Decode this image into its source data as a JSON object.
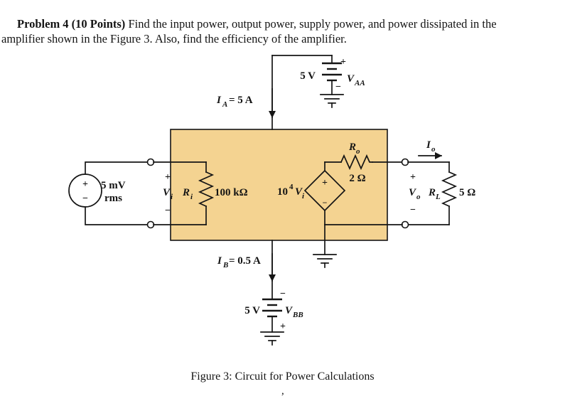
{
  "colors": {
    "box_fill": "#f4d391",
    "ink": "#151515"
  },
  "problem": {
    "label": "Problem 4 (10 Points)",
    "line1_rest": " Find the input power, output power, supply power, and power dissipated in the",
    "line2": "amplifier shown in the Figure 3. Also, find the efficiency of the amplifier."
  },
  "figure": {
    "caption": "Figure 3: Circuit for Power Calculations",
    "stray_mark": ",",
    "supply_top": {
      "voltage": "5 V",
      "plus": "+",
      "minus": "−",
      "name_base": "V",
      "name_sub": "AA"
    },
    "current_in": {
      "base": "I",
      "sub": "A",
      "eq": "= 5 A"
    },
    "source": {
      "value": "5 mV",
      "unit_note": "rms",
      "plus": "+",
      "minus": "−"
    },
    "port_in": {
      "plus": "+",
      "base": "V",
      "sub": "i",
      "minus": "−"
    },
    "r_in": {
      "base": "R",
      "sub": "i",
      "value": "100 kΩ"
    },
    "dep_source": {
      "coef": "10",
      "exp": "4",
      "base": "V",
      "sub": "i",
      "plus": "+",
      "minus": "−"
    },
    "r_out": {
      "base": "R",
      "sub": "o",
      "value": "2 Ω"
    },
    "current_out": {
      "base": "I",
      "sub": "o"
    },
    "port_out": {
      "plus": "+",
      "base": "V",
      "sub": "o",
      "minus": "−"
    },
    "r_load": {
      "base": "R",
      "sub": "L",
      "value": "5 Ω"
    },
    "current_bias": {
      "base": "I",
      "sub": "B",
      "eq": "= 0.5 A"
    },
    "supply_bottom": {
      "voltage": "5 V",
      "minus": "−",
      "plus": "+",
      "name_base": "V",
      "name_sub": "BB"
    }
  }
}
